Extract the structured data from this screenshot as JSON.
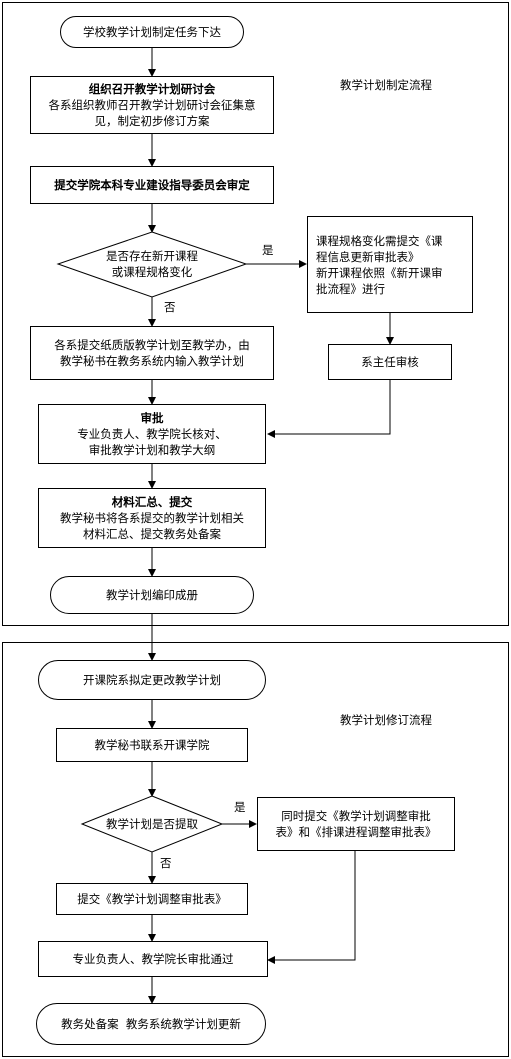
{
  "section1": {
    "label": "教学计划制定流程",
    "start": "学校教学计划制定任务下达",
    "meeting_title": "组织召开教学计划研讨会",
    "meeting_body": [
      "各系组织教师召开教学计划研讨会征集意",
      "见，制定初步修订方案"
    ],
    "committee": "提交学院本科专业建设指导委员会审定",
    "decision": [
      "是否存在新开课程",
      "或课程规格变化"
    ],
    "yes": "是",
    "no": "否",
    "side_box": [
      "课程规格变化需提交《课",
      "程信息更新审批表》",
      "新开课程依照《新开课审",
      "批流程》进行"
    ],
    "dept_review": "系主任审核",
    "submit_paper": [
      "各系提交纸质版教学计划至教学办，由",
      "教学秘书在教务系统内输入教学计划"
    ],
    "approve_title": "审批",
    "approve_body": [
      "专业负责人、教学院长核对、",
      "审批教学计划和教学大纲"
    ],
    "collect_title": "材料汇总、提交",
    "collect_body": [
      "教学秘书将各系提交的教学计划相关",
      "材料汇总、提交教务处备案"
    ],
    "end": "教学计划编印成册"
  },
  "section2": {
    "label": "教学计划修订流程",
    "start": "开课院系拟定更改教学计划",
    "contact": "教学秘书联系开课学院",
    "decision": "教学计划是否提取",
    "yes": "是",
    "no": "否",
    "side_box": [
      "同时提交《教学计划调整审批",
      "表》和《排课进程调整审批表》"
    ],
    "submit_form": "提交《教学计划调整审批表》",
    "approve": "专业负责人、教学院长审批通过",
    "end": "教务处备案  教务系统教学计划更新"
  }
}
